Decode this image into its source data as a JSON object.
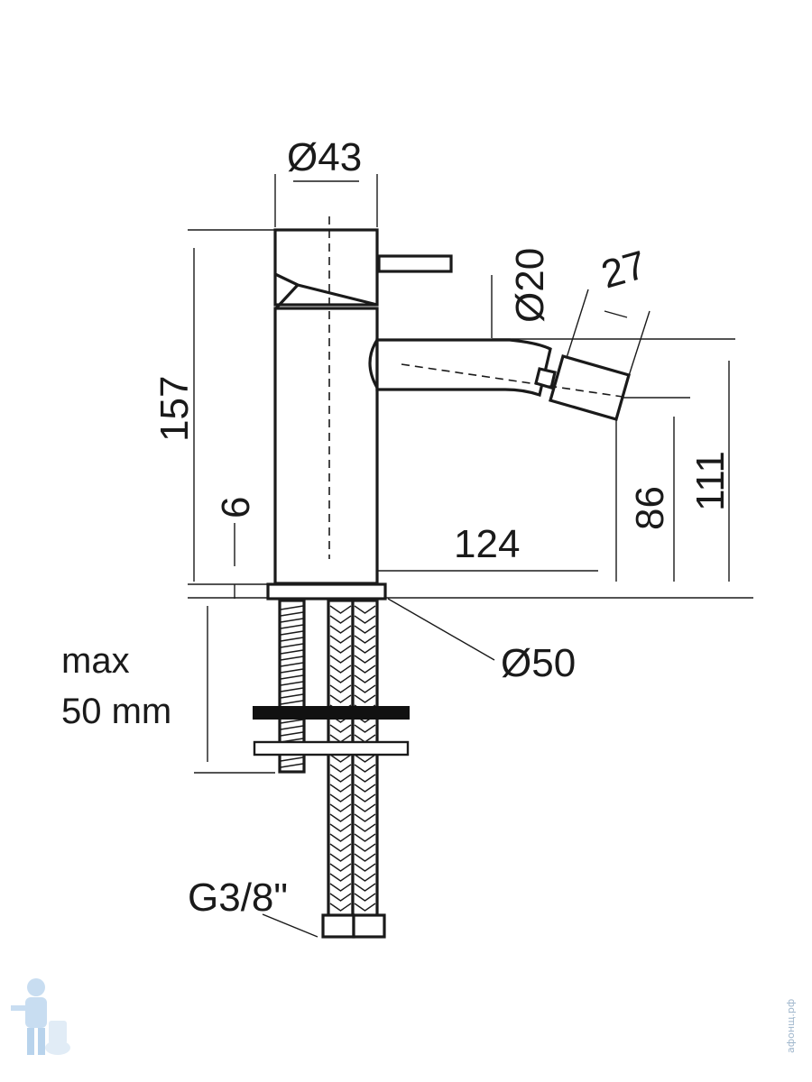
{
  "diagram": {
    "dimensions": {
      "top_diameter": "Ø43",
      "height_total": "157",
      "spout_diameter": "Ø20",
      "aerator_length": "27",
      "base_plate_thickness": "6",
      "spout_reach": "124",
      "outlet_height": "86",
      "spout_height": "111",
      "base_diameter": "Ø50",
      "connection_thread": "G3/8\""
    },
    "notes": {
      "max_line1": "max",
      "max_line2": "50 mm"
    },
    "watermark": {
      "site_text": "афонщ.рф"
    }
  }
}
